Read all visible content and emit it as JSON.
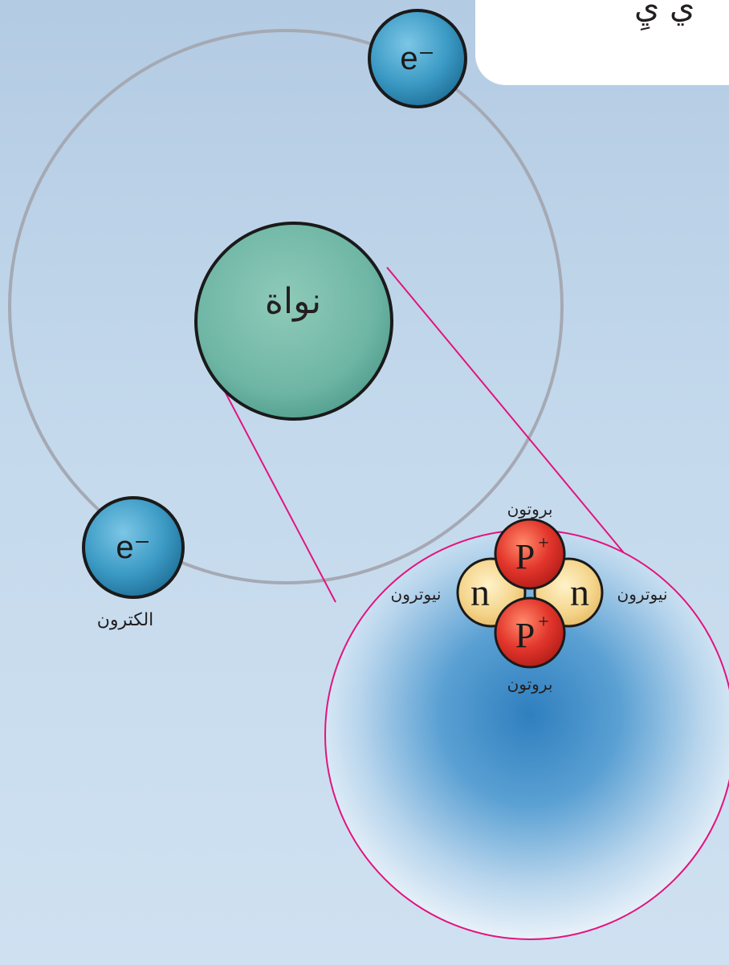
{
  "header": {
    "partial_text": "ي يِ"
  },
  "atom": {
    "nucleus_label": "نواة",
    "electron_symbol": "e⁻",
    "electron_label": "الكترون"
  },
  "inset": {
    "proton_label_top": "بروتون",
    "proton_label_bottom": "بروتون",
    "neutron_label_left": "نيوترون",
    "neutron_label_right": "نيوترون",
    "proton_symbol": "P",
    "proton_charge": "+",
    "neutron_symbol": "n"
  },
  "colors": {
    "orbit": "#a5a9b3",
    "nucleus": "#6fb7a6",
    "electron": "#3b9ac4",
    "proton": "#e0322a",
    "neutron": "#f2cf7c",
    "zoom_lines": "#e2147f"
  }
}
